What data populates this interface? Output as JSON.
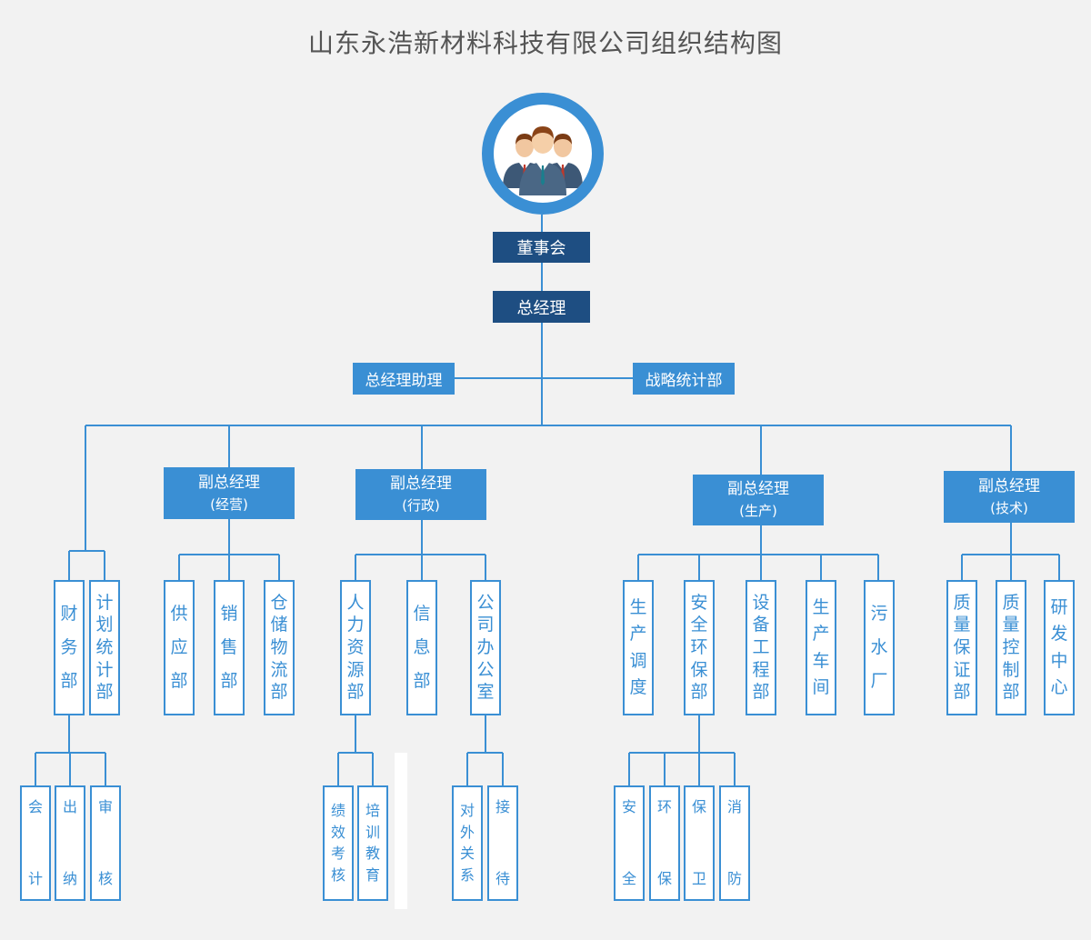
{
  "title": "山东永浩新材料科技有限公司组织结构图",
  "colors": {
    "dark": "#1e4e82",
    "blue": "#3a8fd4",
    "background": "#f2f2f2"
  },
  "top": {
    "board": "董事会",
    "gm": "总经理",
    "assistant": "总经理助理",
    "strategy": "战略统计部"
  },
  "vps": [
    {
      "title": "副总经理",
      "sub": "(经营)"
    },
    {
      "title": "副总经理",
      "sub": "(行政)"
    },
    {
      "title": "副总经理",
      "sub": "(生产)"
    },
    {
      "title": "副总经理",
      "sub": "(技术)"
    }
  ],
  "depts": {
    "finance": "财务部",
    "planning": "计划统计部",
    "supply": "供应部",
    "sales": "销售部",
    "warehouse": "仓储物流部",
    "hr": "人力资源部",
    "info": "信息部",
    "office": "公司办公室",
    "dispatch": "生产调度",
    "safety_env": "安全环保部",
    "equipment": "设备工程部",
    "workshop": "生产车间",
    "sewage": "污水厂",
    "qa": "质量保证部",
    "qc": "质量控制部",
    "rd": "研发中心"
  },
  "subs": {
    "accounting": "会计",
    "cashier": "出纳",
    "audit": "审核",
    "performance": "绩效考核",
    "training": "培训教育",
    "external": "对外关系",
    "reception": "接待",
    "safety": "安全",
    "environment": "环保",
    "security": "保卫",
    "fire": "消防"
  }
}
